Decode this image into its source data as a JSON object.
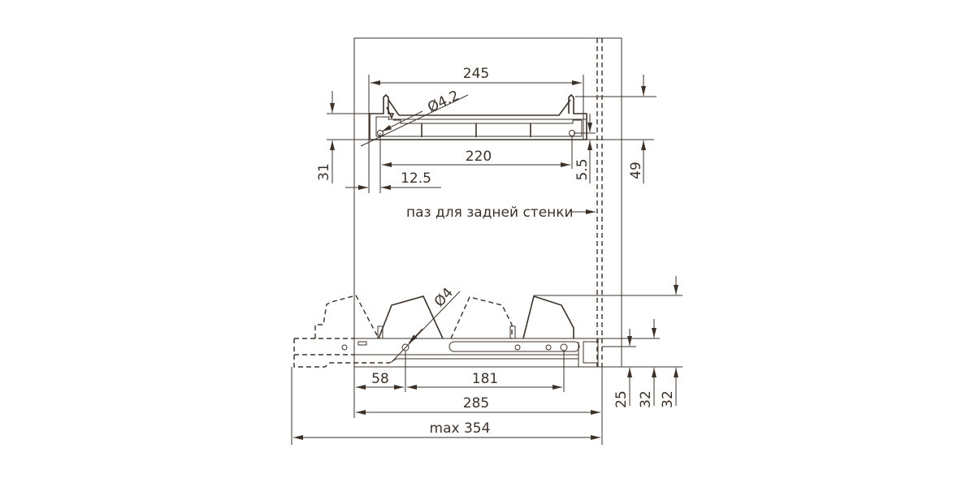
{
  "top_basket": {
    "dim_width_outer": "245",
    "dim_hole_spacing": "220",
    "dim_hole_offset": "12.5",
    "dim_hole_diameter": "Ø4.2",
    "dim_height_left": "31",
    "dim_hole_height": "5.5",
    "dim_height_right": "49"
  },
  "back_groove_label": "паз для задней стенки",
  "runner": {
    "dim_hole_diameter": "Ø4",
    "dim_first_hole": "58",
    "dim_hole_spacing": "181",
    "dim_length": "285",
    "dim_max_extension": "max 354",
    "dim_height_a": "25",
    "dim_height_b": "32",
    "dim_height_c": "32"
  },
  "colors": {
    "line": "#3b3129",
    "background": "#ffffff"
  }
}
